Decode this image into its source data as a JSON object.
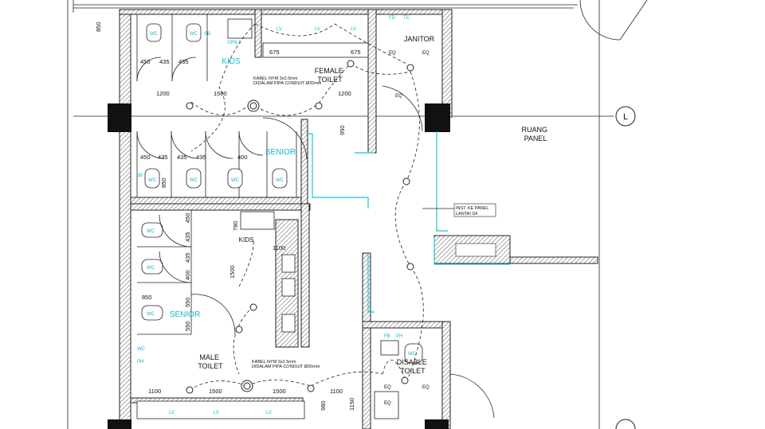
{
  "rooms": {
    "janitor": "JANITOR",
    "female_toilet": "FEMALE\nTOILET",
    "kids_female": "KIDS",
    "senior_female": "SENIOR",
    "ruang_panel": "RUANG\nPANEL",
    "kids_male": "KIDS",
    "senior_male": "SENIOR",
    "male_toilet": "MALE\nTOILET",
    "disable_toilet": "DISABLE\nTOILET",
    "grill": "GRILL"
  },
  "grid_marker": "L",
  "annotations": {
    "cable_female": "KABEL NYM 3x2.5mm\nDIDALAM PIPA CONDUIT Ø20mm",
    "cable_male": "KABEL NYM 3x2.5mm\nDIDALAM PIPA CONDUIT Ø20mm",
    "panel_note": "INST. KE PANEL\nLANTAI GF"
  },
  "fixture_tags": {
    "wc": "WC",
    "sb": "SB",
    "lv": "LV",
    "fd": "FD",
    "tc": "TC",
    "eq": "EQ",
    "ph": "PH",
    "fb": "FB"
  },
  "dimensions": {
    "d850_top": "850",
    "d450_a": "450",
    "d435_a": "435",
    "d435_b": "435",
    "d675_a": "675",
    "d675_b": "675",
    "d1200_a": "1200",
    "d1500_a": "1500",
    "d1200_b": "1200",
    "d950": "950",
    "d450_b": "450",
    "d435_c": "435",
    "d435_d": "435",
    "d435_e": "435",
    "d400_a": "400",
    "d850_b": "850",
    "d780": "780",
    "d1100_a": "1100",
    "d1500_b": "1500",
    "d450_c": "450",
    "d435_f": "435",
    "d435_g": "435",
    "d400_b": "400",
    "d850_c": "850",
    "d550_a": "550",
    "d550_b": "550",
    "d1100_b": "1100",
    "d1500_c": "1500",
    "d1500_d": "1500",
    "d1100_c": "1100",
    "d980": "980",
    "d1150": "1150"
  }
}
